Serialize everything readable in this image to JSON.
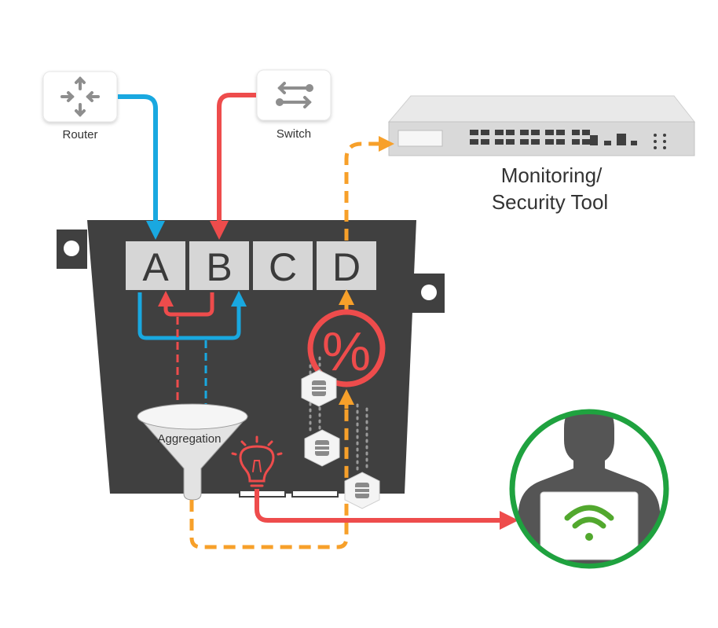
{
  "labels": {
    "router": "Router",
    "switch": "Switch",
    "tool_line1": "Monitoring/",
    "tool_line2": "Security Tool",
    "aggregation": "Aggregation",
    "port_a": "A",
    "port_b": "B",
    "port_c": "C",
    "port_d": "D",
    "percent": "%"
  },
  "colors": {
    "blue": "#19a8e0",
    "red": "#ee4c4c",
    "orange": "#f7a02a",
    "green": "#1fa23f",
    "body": "#404040",
    "port_fill": "#d6d6d6",
    "wifi": "#52a82e"
  },
  "icons": {
    "router": "router-icon",
    "switch": "switch-icon",
    "funnel": "funnel-icon",
    "bulb": "lightbulb-icon",
    "database": "database-icon",
    "user": "user-icon",
    "wifi": "wifi-icon"
  }
}
